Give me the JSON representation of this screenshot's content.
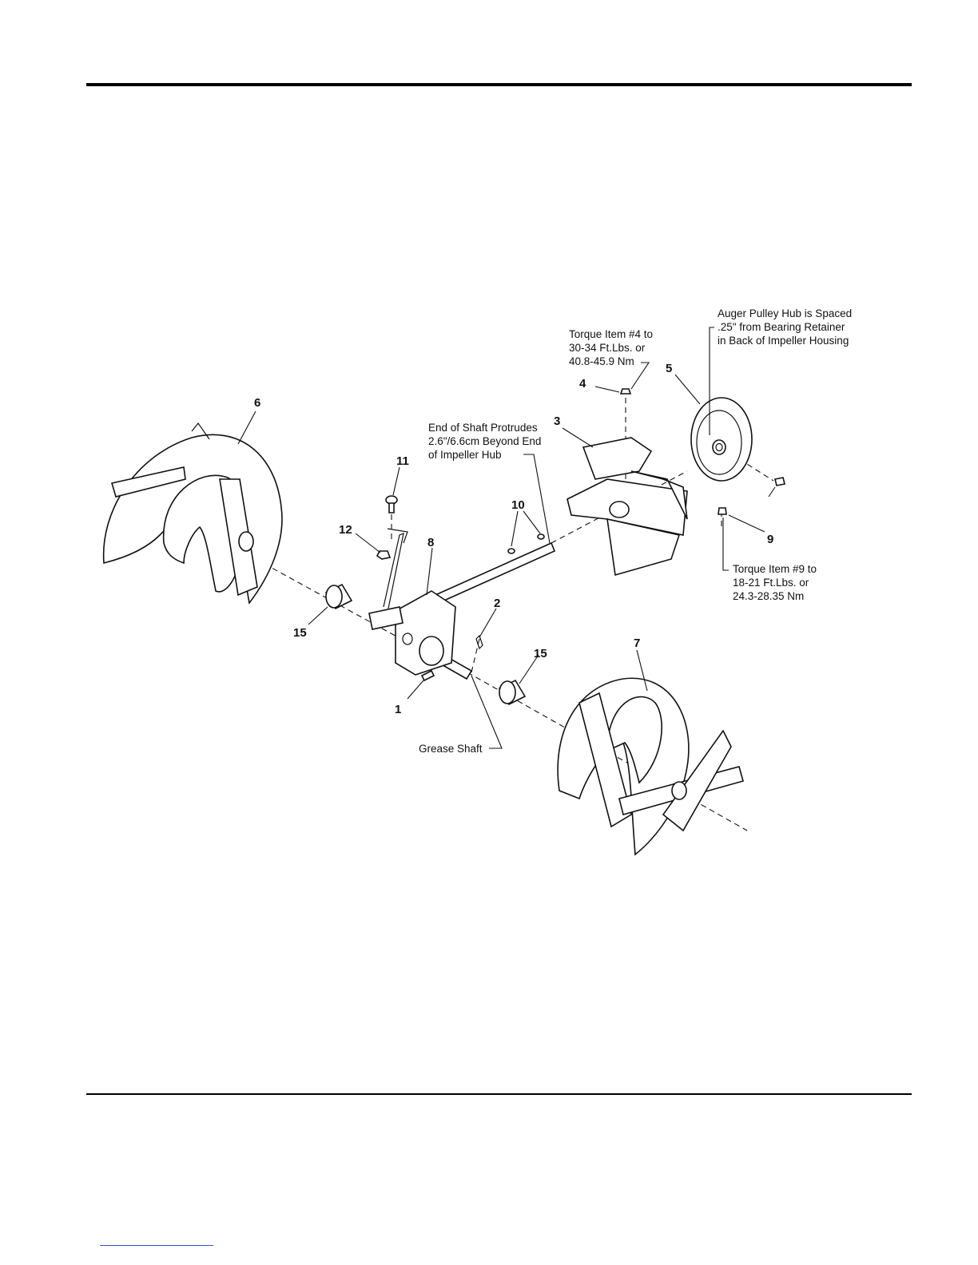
{
  "notes": {
    "torque_item_4": [
      "Torque Item #4 to",
      "30-34 Ft.Lbs. or",
      "40.8-45.9 Nm"
    ],
    "pulley_hub": [
      "Auger Pulley Hub is Spaced",
      ".25\" from Bearing Retainer",
      "in Back of Impeller Housing"
    ],
    "shaft_protrudes": [
      "End of Shaft Protrudes",
      "2.6\"/6.6cm Beyond End",
      "of Impeller Hub"
    ],
    "torque_item_9": [
      "Torque Item #9 to",
      "18-21 Ft.Lbs. or",
      "24.3-28.35 Nm"
    ],
    "grease_shaft": "Grease Shaft"
  },
  "part_numbers": {
    "p1": "1",
    "p2": "2",
    "p3": "3",
    "p4": "4",
    "p5": "5",
    "p6": "6",
    "p7": "7",
    "p8": "8",
    "p9": "9",
    "p10": "10",
    "p11": "11",
    "p12": "12",
    "p15a": "15",
    "p15b": "15"
  }
}
